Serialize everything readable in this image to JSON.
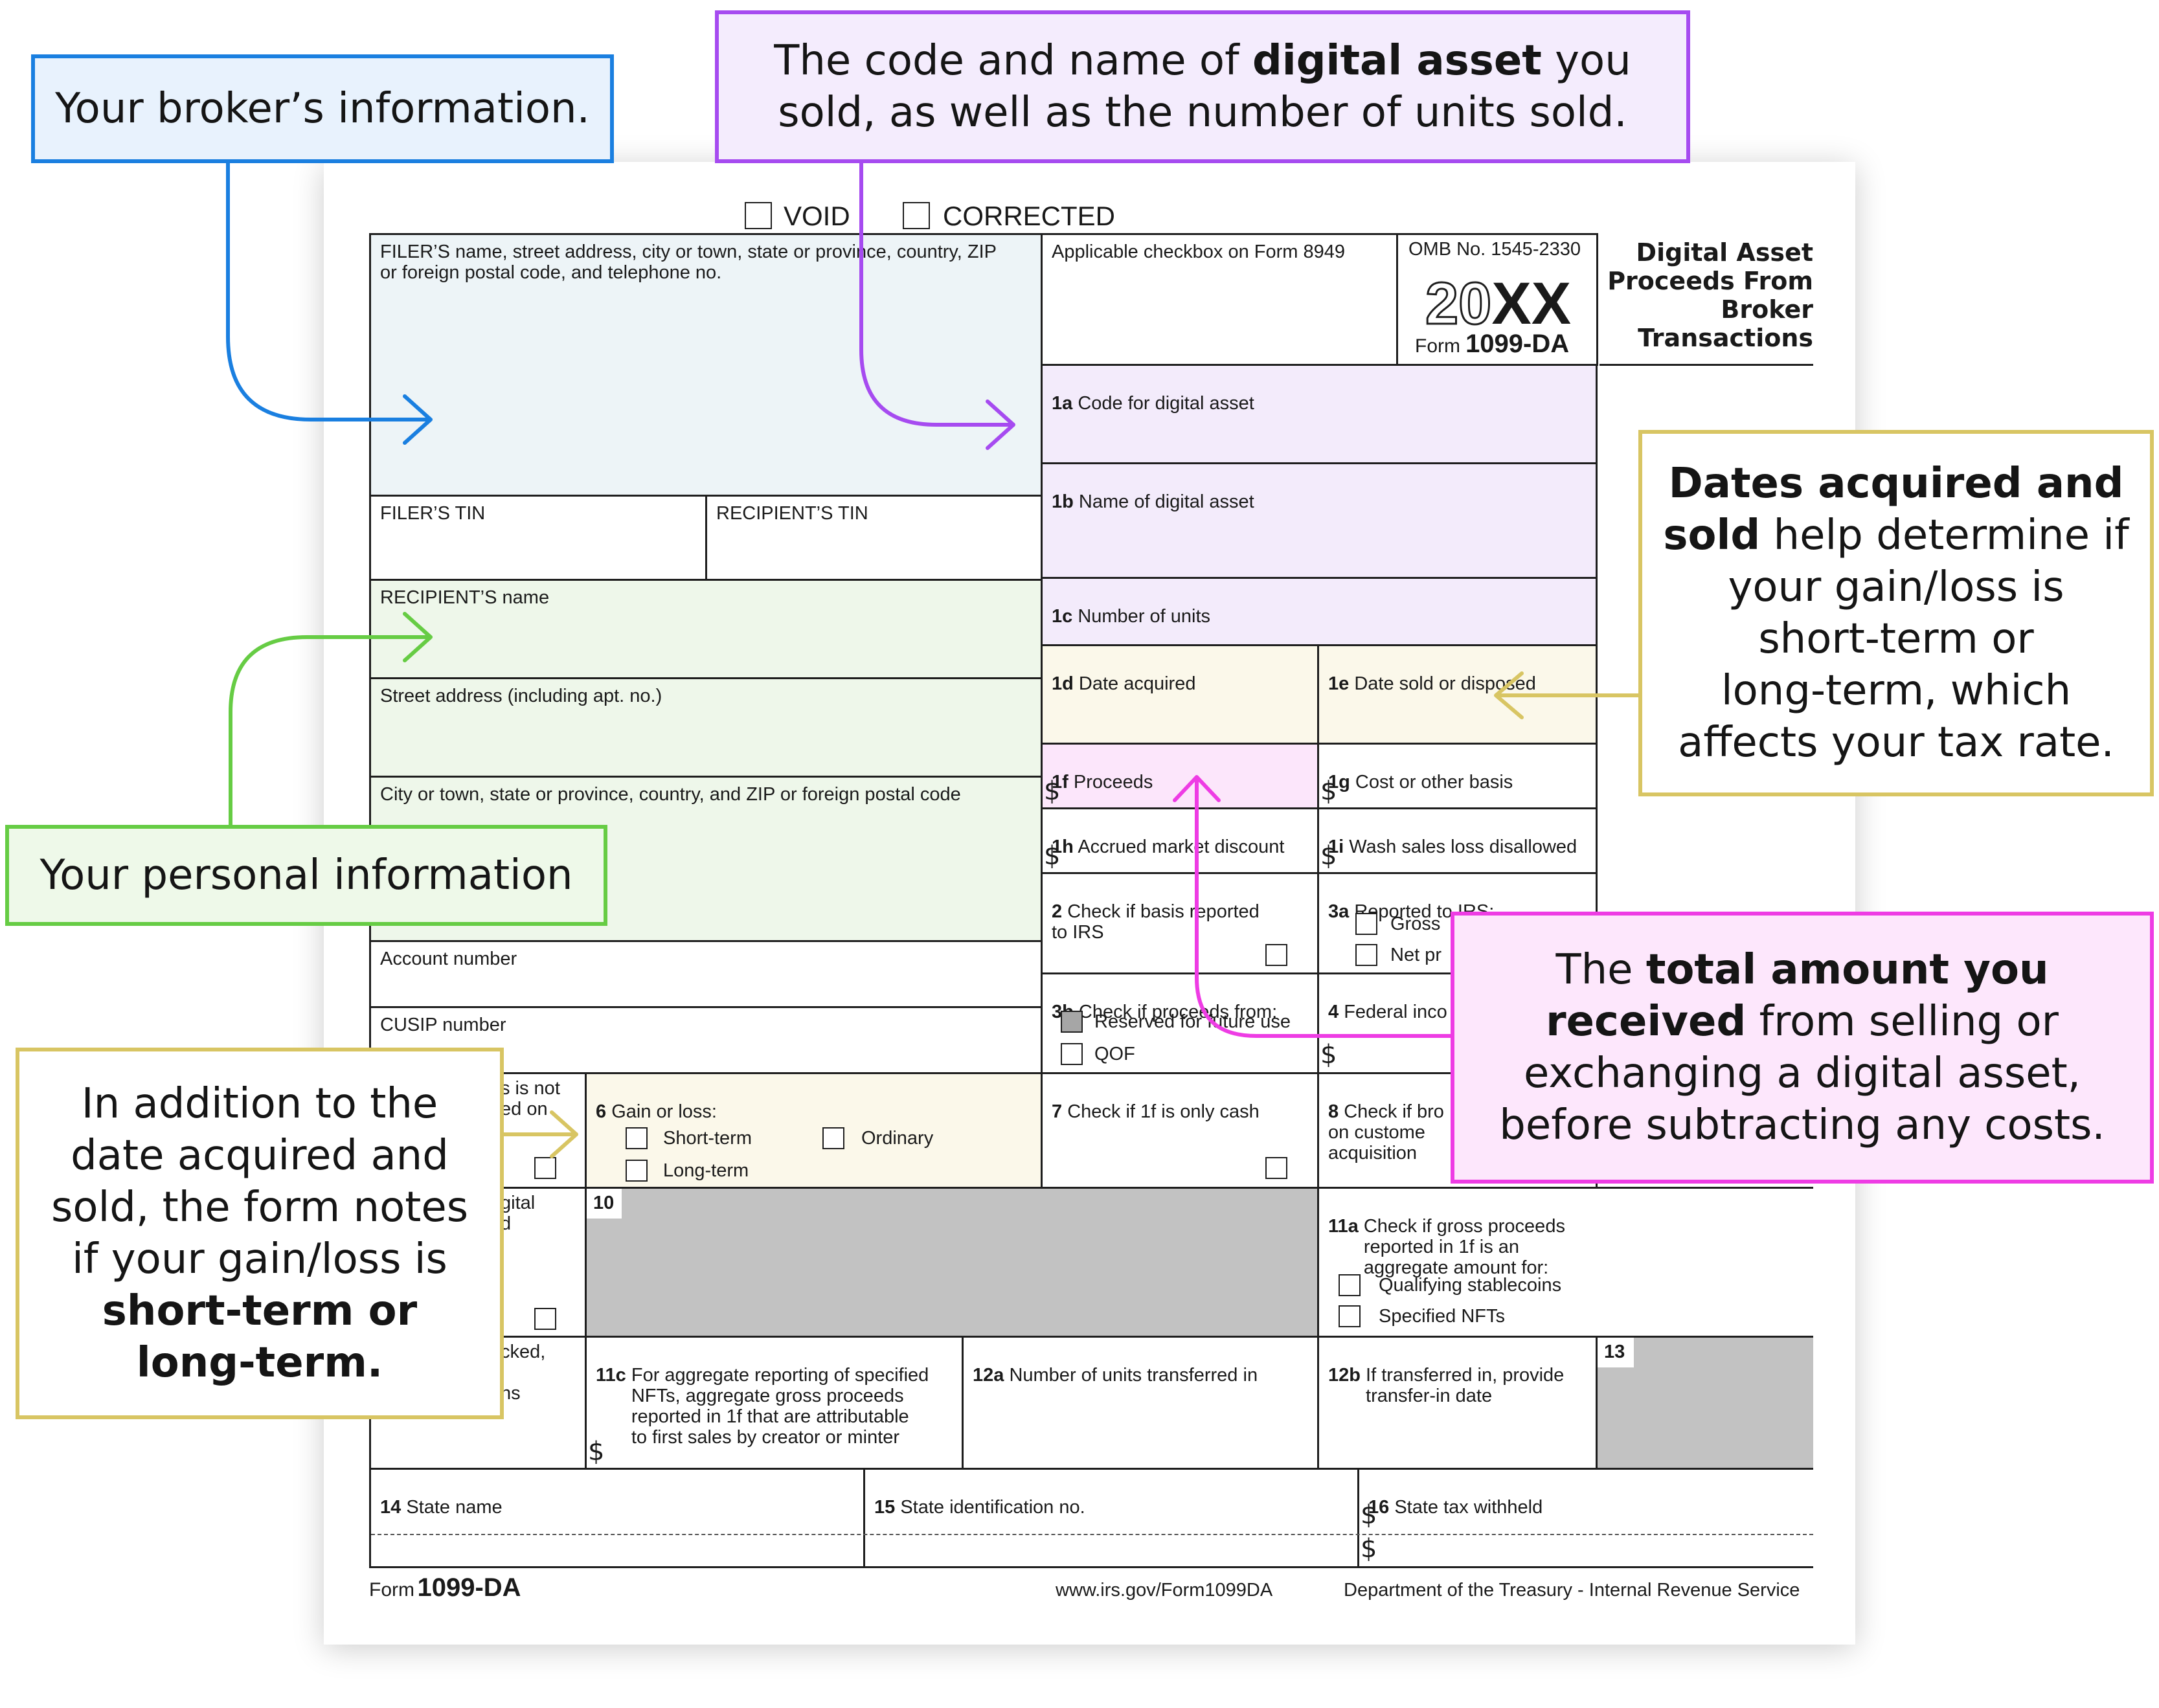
{
  "header": {
    "void_label": "VOID",
    "corrected_label": "CORRECTED",
    "omb": "OMB No. 1545-2330",
    "year_prefix": "20",
    "year_suffix": "XX",
    "form_word": "Form",
    "form_name": "1099-DA",
    "title_lines": [
      "Digital Asset",
      "Proceeds From",
      "Broker",
      "Transactions"
    ]
  },
  "boxes": {
    "filer": "FILER’S name, street address, city or town, state or province, country, ZIP\nor foreign postal code, and telephone no.",
    "applicable_checkbox": "Applicable checkbox on Form 8949",
    "filer_tin": "FILER’S TIN",
    "recipient_tin": "RECIPIENT’S TIN",
    "recipient_name": "RECIPIENT’S name",
    "street_address": "Street address (including apt. no.)",
    "city": "City or town, state or province, country, and ZIP or foreign postal code",
    "account_number": "Account number",
    "cusip": "CUSIP number",
    "b1a": {
      "num": "1a",
      "label": "Code for digital asset"
    },
    "b1b": {
      "num": "1b",
      "label": "Name of digital asset"
    },
    "b1c": {
      "num": "1c",
      "label": "Number of units"
    },
    "b1d": {
      "num": "1d",
      "label": "Date acquired"
    },
    "b1e": {
      "num": "1e",
      "label": "Date sold or disposed"
    },
    "b1f": {
      "num": "1f",
      "label": "Proceeds"
    },
    "b1g": {
      "num": "1g",
      "label": "Cost or other basis"
    },
    "b1h": {
      "num": "1h",
      "label": "Accrued market discount"
    },
    "b1i": {
      "num": "1i",
      "label": "Wash sales loss disallowed"
    },
    "b2": {
      "num": "2",
      "label": "Check if basis reported\nto IRS"
    },
    "b3a": {
      "num": "3a",
      "label": "Reported to IRS:",
      "opt1": "Gross",
      "opt2": "Net pr"
    },
    "b3b": {
      "num": "3b",
      "label": "Check if proceeds from:",
      "opt1": "Reserved for future use",
      "opt2": "QOF"
    },
    "b4": {
      "num": "4",
      "label": "Federal inco"
    },
    "b5": {
      "label": "s is not\ned on"
    },
    "b6": {
      "num": "6",
      "label": "Gain or loss:",
      "opt_short": "Short-term",
      "opt_long": "Long-term",
      "opt_ordinary": "Ordinary"
    },
    "b7": {
      "num": "7",
      "label": "Check if 1f is only cash"
    },
    "b8": {
      "num": "8",
      "label": "Check if bro\non custome\nacquisition"
    },
    "b9": {
      "label": "gital\nd"
    },
    "b10": {
      "num": "10"
    },
    "b11a": {
      "num": "11a",
      "label": "Check if gross proceeds\nreported in 1f is an\naggregate amount for:",
      "opt1": "Qualifying stablecoins",
      "opt2": "Specified NFTs"
    },
    "b11b": {
      "label": "cked,\n\nns"
    },
    "b11c": {
      "num": "11c",
      "label": "For aggregate reporting of specified\nNFTs, aggregate gross proceeds\nreported in 1f that are attributable\nto first sales by creator or minter"
    },
    "b12a": {
      "num": "12a",
      "label": "Number of units transferred in"
    },
    "b12b": {
      "num": "12b",
      "label": "If transferred in, provide\ntransfer-in date"
    },
    "b13": {
      "num": "13"
    },
    "b14": {
      "num": "14",
      "label": "State name"
    },
    "b15": {
      "num": "15",
      "label": "State identification no."
    },
    "b16": {
      "num": "16",
      "label": "State tax withheld"
    },
    "dollar": "$"
  },
  "footer": {
    "form_word": "Form",
    "form_name": "1099-DA",
    "url": "www.irs.gov/Form1099DA",
    "dept": "Department of the Treasury - Internal Revenue Service"
  },
  "callouts": {
    "broker": {
      "text": "Your broker’s information."
    },
    "asset": {
      "pre": "The code and name of ",
      "bold": "digital asset",
      "post": " you",
      "line2": "sold, as well as the number of units sold."
    },
    "dates": {
      "bold1": "Dates acquired and",
      "bold2": "sold",
      "rest": " help determine if",
      "line3": "your gain/loss is",
      "line4": "short-term or",
      "line5": "long-term, which",
      "line6": "affects your tax rate."
    },
    "personal": {
      "text": "Your personal information"
    },
    "total": {
      "pre": "The ",
      "bold1": "total amount you",
      "bold2": "received",
      "post": " from selling or",
      "line3": "exchanging a digital asset,",
      "line4": "before subtracting any costs."
    },
    "gainloss": {
      "line1": "In addition to the",
      "line2": "date acquired and",
      "line3": "sold, the form notes",
      "line4": "if your gain/loss is",
      "bold1": "short-term or",
      "bold2": "long-term."
    }
  },
  "colors": {
    "blue": "#1a7fe0",
    "purple": "#a64bf0",
    "yellow": "#d8c563",
    "green": "#66cc44",
    "pink": "#ee3ce4"
  }
}
